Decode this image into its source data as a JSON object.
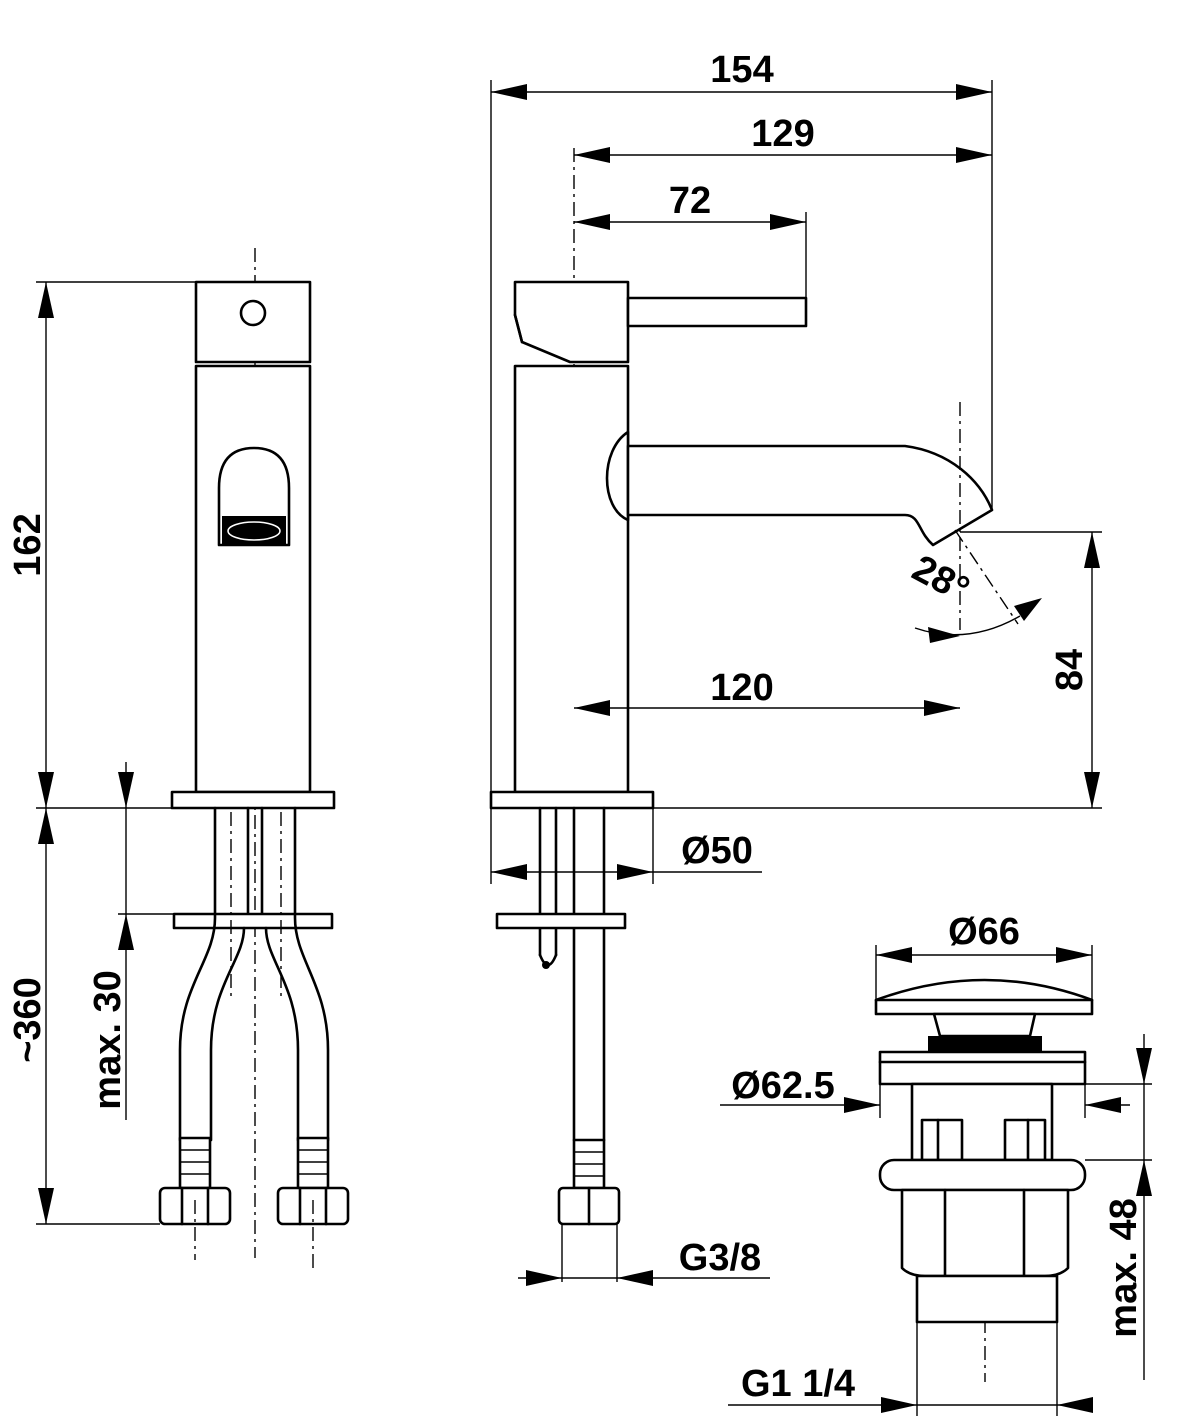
{
  "dimensions": {
    "overall_width": "154",
    "spout_reach_from_axis": "129",
    "lever_length": "72",
    "outlet_reach": "120",
    "total_height": "162",
    "outlet_height": "84",
    "spray_angle": "28°",
    "base_diameter": "Ø50",
    "hose_length": "~360",
    "max_counter_thickness": "max. 30",
    "hose_thread": "G3/8",
    "waste_cap_diameter": "Ø66",
    "waste_flange_diameter": "Ø62.5",
    "waste_max_thickness": "max. 48",
    "waste_thread": "G1 1/4"
  }
}
